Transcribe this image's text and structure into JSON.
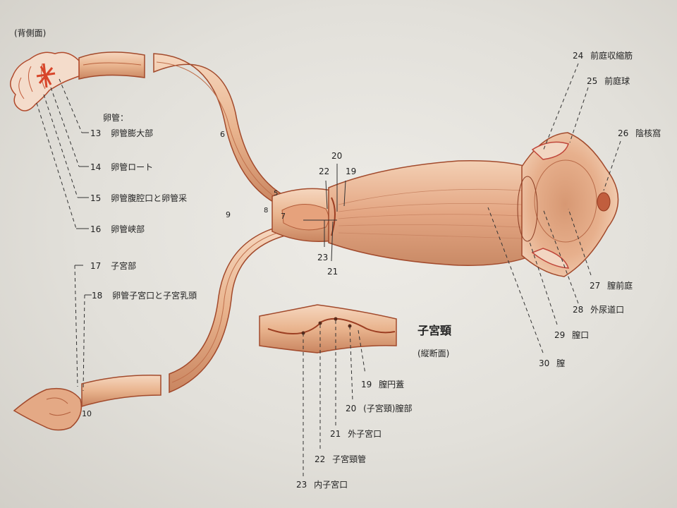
{
  "view_label": "(背側面)",
  "oviduct_heading": "卵管：",
  "cervix_title": "子宮頸",
  "cervix_subtitle": "(縦断面)",
  "small_numbers": [
    "5",
    "6",
    "7",
    "8",
    "9",
    "10"
  ],
  "labels": [
    {
      "n": "13",
      "text": "卵管膨大部"
    },
    {
      "n": "14",
      "text": "卵管ロート"
    },
    {
      "n": "15",
      "text": "卵管腹腔口と卵管采"
    },
    {
      "n": "16",
      "text": "卵管峡部"
    },
    {
      "n": "17",
      "text": "子宮部"
    },
    {
      "n": "18",
      "text": "卵管子宮口と子宮乳頭"
    },
    {
      "n": "19",
      "text": "膣円蓋"
    },
    {
      "n": "20",
      "text": "(子宮頸)膣部"
    },
    {
      "n": "21",
      "text": "外子宮口"
    },
    {
      "n": "22",
      "text": "子宮頸管"
    },
    {
      "n": "23",
      "text": "内子宮口"
    },
    {
      "n": "24",
      "text": "前庭収縮筋"
    },
    {
      "n": "25",
      "text": "前庭球"
    },
    {
      "n": "26",
      "text": "陰核窩"
    },
    {
      "n": "27",
      "text": "膣前庭"
    },
    {
      "n": "28",
      "text": "外尿道口"
    },
    {
      "n": "29",
      "text": "膣口"
    },
    {
      "n": "30",
      "text": "膣"
    }
  ],
  "cervix_numbers": {
    "top_20": "20",
    "top_22": "22",
    "top_19": "19",
    "bot_23": "23",
    "bot_21": "21"
  },
  "colors": {
    "tissue": "#e9b48e",
    "tissue_dark": "#c97f57",
    "outline": "#a24a2c",
    "ovary_red": "#d8452a"
  }
}
